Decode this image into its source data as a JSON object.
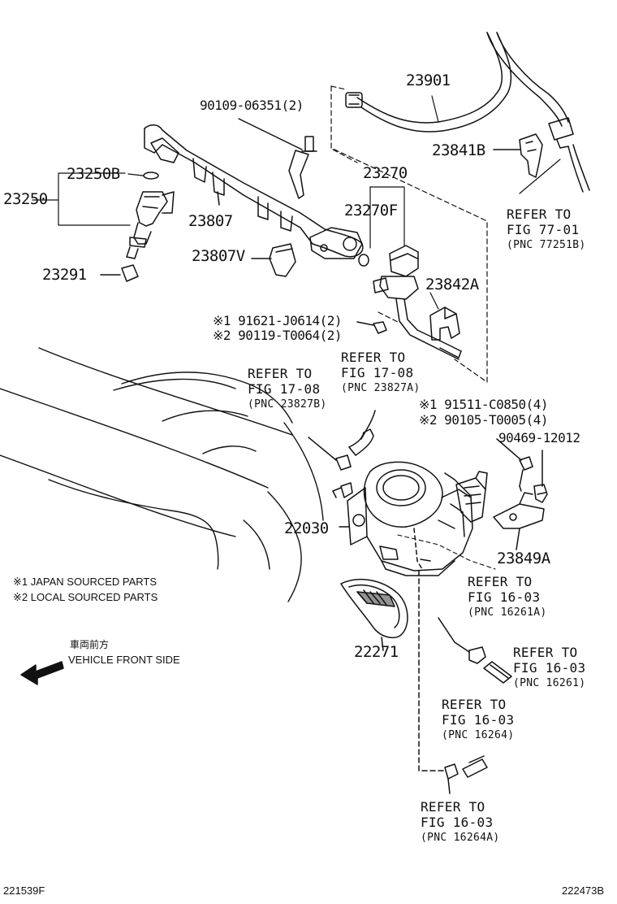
{
  "parts": {
    "p23901": "23901",
    "p90109": "90109-06351(2)",
    "p23841b": "23841B",
    "p23250b": "23250B",
    "p23270": "23270",
    "p23250": "23250",
    "p23807": "23807",
    "p23270f": "23270F",
    "p23807v": "23807V",
    "p23842a": "23842A",
    "p23291": "23291",
    "p91621": "※1 91621-J0614(2)",
    "p90119": "※2 90119-T0064(2)",
    "p91511": "※1 91511-C0850(4)",
    "p90105": "※2 90105-T0005(4)",
    "p90469": "90469-12012",
    "p22030": "22030",
    "p23849a": "23849A",
    "p22271": "22271"
  },
  "refs": {
    "r77": {
      "l1": "REFER TO",
      "l2": "FIG 77-01",
      "pnc": "(PNC 77251B)"
    },
    "r17a": {
      "l1": "REFER TO",
      "l2": "FIG 17-08",
      "pnc": "(PNC 23827A)"
    },
    "r17b": {
      "l1": "REFER TO",
      "l2": "FIG 17-08",
      "pnc": "(PNC 23827B)"
    },
    "r16a": {
      "l1": "REFER TO",
      "l2": "FIG 16-03",
      "pnc": "(PNC 16261A)"
    },
    "r16b": {
      "l1": "REFER TO",
      "l2": "FIG 16-03",
      "pnc": "(PNC 16261)"
    },
    "r16c": {
      "l1": "REFER TO",
      "l2": "FIG 16-03",
      "pnc": "(PNC 16264)"
    },
    "r16d": {
      "l1": "REFER TO",
      "l2": "FIG 16-03",
      "pnc": "(PNC 16264A)"
    }
  },
  "notes": {
    "japan": "※1 JAPAN SOURCED PARTS",
    "local": "※2 LOCAL SOURCED PARTS",
    "front_jp": "車両前方",
    "front_en": "VEHICLE FRONT SIDE"
  },
  "footer": {
    "left_code": "221539F",
    "right_code": "222473B"
  },
  "icons": {
    "front_arrow": "front-direction-arrow-icon"
  }
}
